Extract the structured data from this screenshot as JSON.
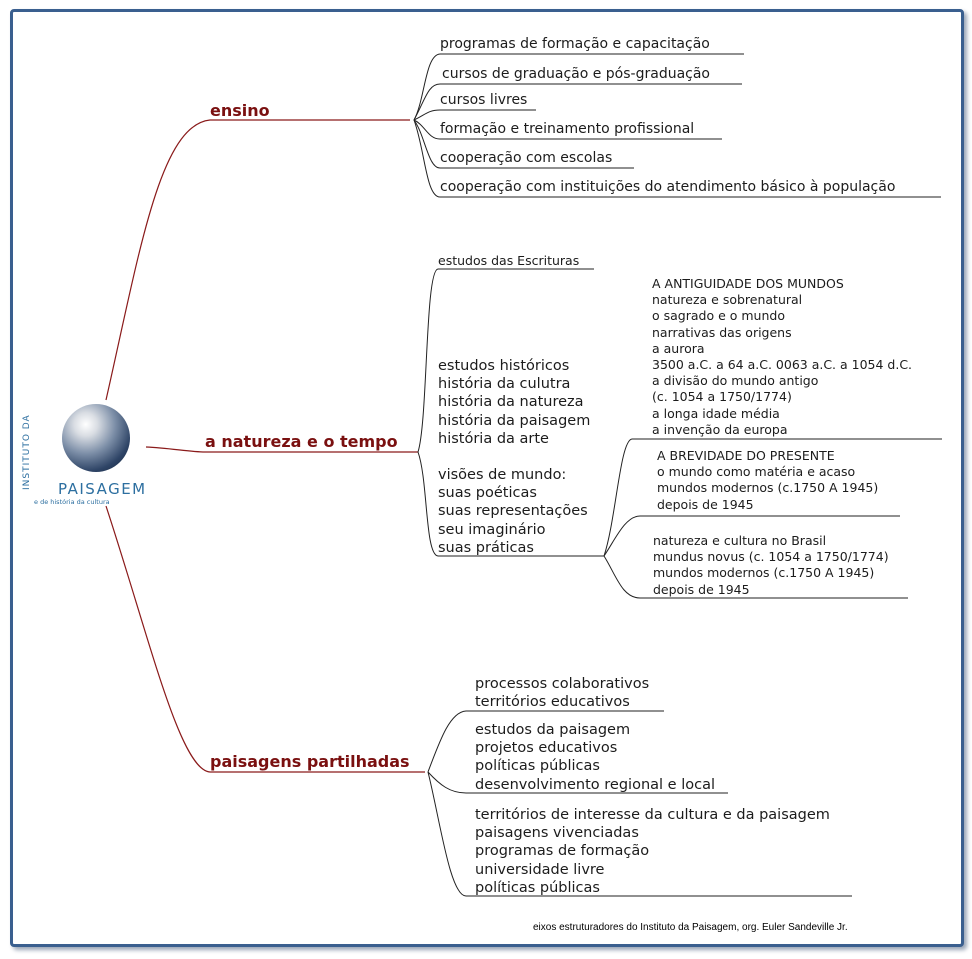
{
  "logo": {
    "side_text": "INSTITUTO DA",
    "name": "PAISAGEM",
    "subtitle": "e de história da cultura"
  },
  "branches": {
    "ensino": {
      "label": "ensino",
      "leaves": [
        "programas de formação e capacitação",
        "cursos de graduação e pós-graduação",
        "cursos livres",
        "formação e treinamento profissional",
        "cooperação com escolas",
        "cooperação com instituições do atendimento básico à população"
      ]
    },
    "natureza": {
      "label": "a natureza e o tempo",
      "escrituras": "estudos das Escrituras",
      "historicos": [
        "estudos históricos",
        "história da culutra",
        "história da natureza",
        "história da paisagem",
        "história da arte"
      ],
      "visoes": [
        "visões de mundo:",
        "suas poéticas",
        "suas representações",
        "seu imaginário",
        "suas práticas"
      ],
      "antiguidade": [
        "A ANTIGUIDADE DOS MUNDOS",
        "natureza e sobrenatural",
        "o sagrado e o mundo",
        "narrativas das origens",
        "a aurora",
        "3500 a.C. a 64 a.C. 0063 a.C. a 1054 d.C.",
        "a divisão do mundo antigo",
        "(c. 1054 a 1750/1774)",
        "a longa idade média",
        "a invenção da europa"
      ],
      "brevidade": [
        "A BREVIDADE DO PRESENTE",
        "o mundo como matéria e acaso",
        "mundos modernos (c.1750 A 1945)",
        "depois de 1945"
      ],
      "brasil": [
        "natureza e cultura no Brasil",
        "mundus novus (c. 1054 a 1750/1774)",
        "mundos modernos (c.1750 A 1945)",
        "depois de 1945"
      ]
    },
    "paisagens": {
      "label": "paisagens partilhadas",
      "group1": [
        "processos colaborativos",
        "territórios educativos"
      ],
      "group2": [
        "estudos da paisagem",
        "projetos educativos",
        "políticas públicas",
        "desenvolvimento regional e local"
      ],
      "group3": [
        "territórios de interesse da cultura e da paisagem",
        "paisagens vivenciadas",
        "programas de formação",
        "universidade livre",
        "políticas públicas"
      ]
    }
  },
  "colors": {
    "main_branch": "#7a1010",
    "sub_branch": "#1a1a1a",
    "frame": "#3a5f8f"
  },
  "credit": "eixos estruturadores do Instituto da Paisagem, org. Euler Sandeville Jr."
}
